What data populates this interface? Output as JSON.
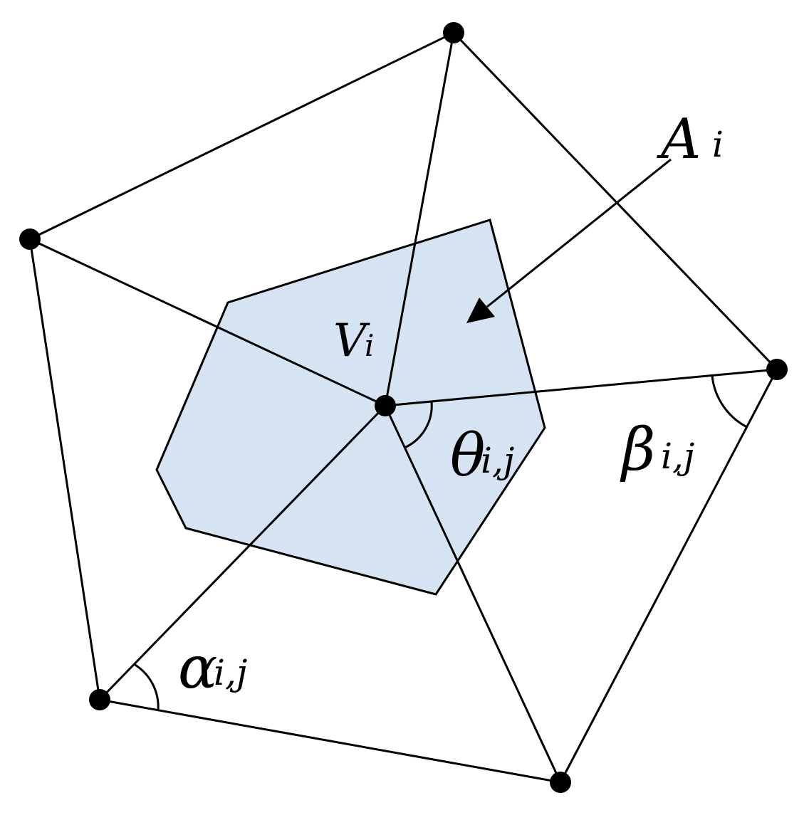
{
  "colors": {
    "region_fill": "#d6e3f3",
    "stroke": "#000000",
    "vertex": "#000000",
    "background": "#ffffff"
  },
  "labels": {
    "area": {
      "main": "A",
      "sub": "i"
    },
    "vertex": {
      "main": "V",
      "sub": "i"
    },
    "theta": {
      "main": "θ",
      "sub": "i,j"
    },
    "beta": {
      "main": "β",
      "sub": "i,j"
    },
    "alpha": {
      "main": "α",
      "sub": "i,j"
    }
  }
}
